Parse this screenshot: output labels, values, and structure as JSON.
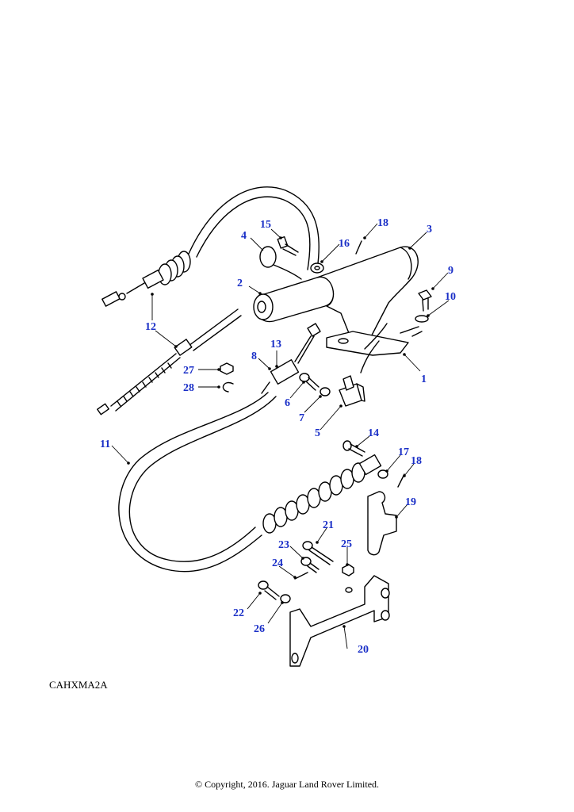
{
  "diagram": {
    "reference_code": "CAHXMA2A",
    "copyright": "© Copyright, 2016. Jaguar Land Rover Limited.",
    "callouts": [
      "1",
      "2",
      "3",
      "4",
      "5",
      "6",
      "7",
      "8",
      "9",
      "10",
      "11",
      "12",
      "13",
      "14",
      "15",
      "16",
      "17",
      "18",
      "18",
      "19",
      "20",
      "21",
      "22",
      "23",
      "24",
      "25",
      "26",
      "27",
      "28"
    ],
    "line_color": "#000000",
    "callout_color": "#1a2fc7"
  }
}
